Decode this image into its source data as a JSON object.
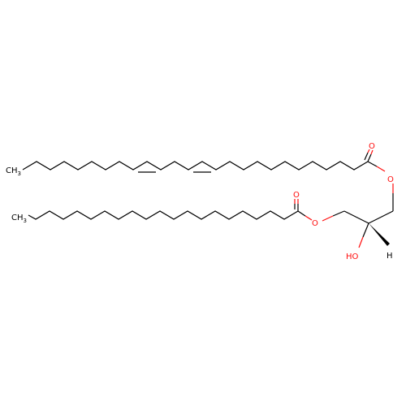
{
  "molecule": {
    "atom_labels": {
      "ch3_top": "CH3",
      "ch3_bottom": "CH3",
      "carbonyl_o_top": "O",
      "ester_o_top": "O",
      "carbonyl_o_bottom": "O",
      "ester_o_bottom": "O",
      "hydroxyl": "HO",
      "hydrogen": "H"
    },
    "colors": {
      "carbon": "#000000",
      "oxygen": "#ff0d0d",
      "background": "#ffffff"
    },
    "stereo": "wedge bond from C2 to H"
  }
}
